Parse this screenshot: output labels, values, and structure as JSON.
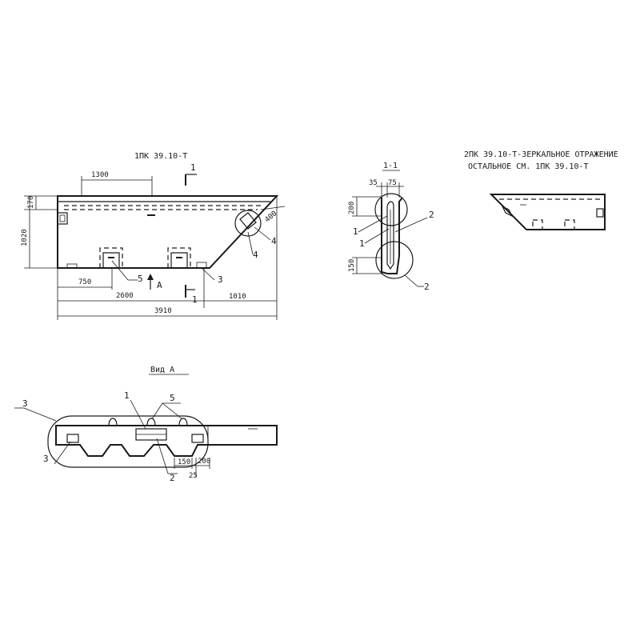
{
  "titles": {
    "main_view": "1ПК 39.10-Т",
    "section": "1-1",
    "mirror_line1": "2ПК 39.10-Т-ЗЕРКАЛЬНОЕ ОТРАЖЕНИЕ",
    "mirror_line2": "ОСТАЛЬНОЕ СМ. 1ПК 39.10-Т",
    "view_a": "Вид А"
  },
  "dimensions": {
    "d1300": "1300",
    "d170": "170",
    "d1020": "1020",
    "d750": "750",
    "d2600": "2600",
    "d1010": "1010",
    "d3910": "3910",
    "d400": "400",
    "d35": "35",
    "d75": "75",
    "d200": "200",
    "d150": "150",
    "va150": "150",
    "va200": "200",
    "va25": "25"
  },
  "callouts": {
    "c1": "1",
    "c2": "2",
    "c3": "3",
    "c4": "4",
    "c5": "5",
    "section_mark": "1",
    "view_mark": "А"
  }
}
